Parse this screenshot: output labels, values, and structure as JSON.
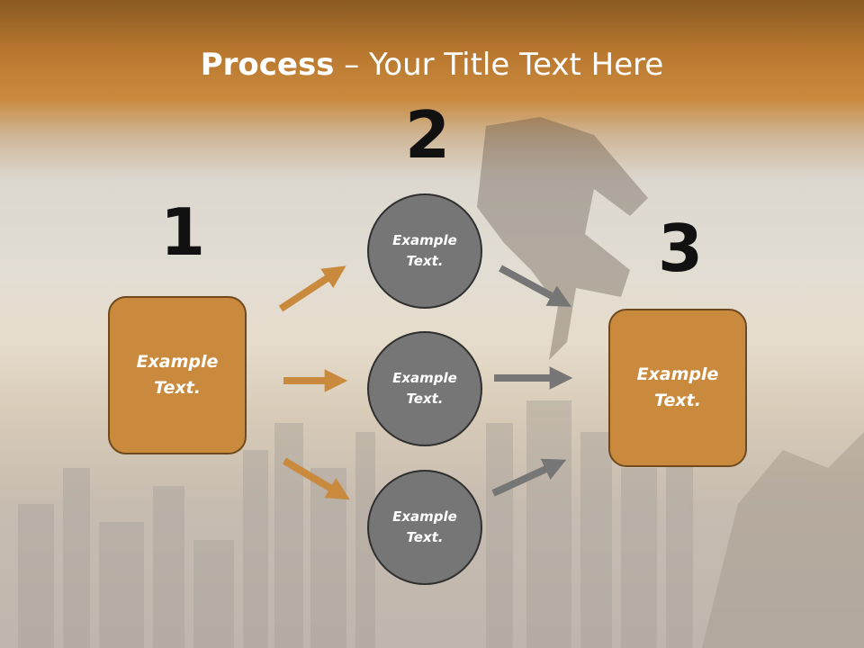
{
  "slide": {
    "title_bold": "Process",
    "title_rest": " – Your Title Text Here",
    "numbers": [
      "1",
      "2",
      "3"
    ],
    "left_box": "Example\nText.",
    "right_box": "Example\nText.",
    "circles": [
      "Example\nText.",
      "Example\nText.",
      "Example\nText."
    ]
  },
  "colors": {
    "accent": "#c98a3e",
    "circle": "#767676",
    "arrow_orange": "#c98a3e",
    "arrow_gray": "#767676"
  }
}
